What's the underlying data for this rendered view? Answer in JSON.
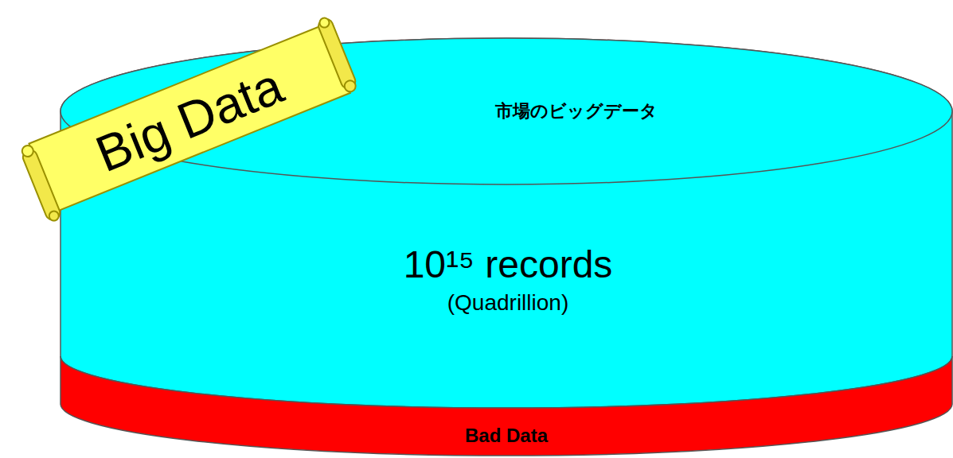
{
  "diagram": {
    "nodes": [
      {
        "text": [
          "Big Data"
        ]
      },
      {
        "text": [
          "市場のビッグデータ",
          "10¹⁵ records",
          "(Quadrillion)"
        ]
      },
      {
        "text": [
          "Bad Data"
        ],
        "in": 1
      }
    ]
  }
}
